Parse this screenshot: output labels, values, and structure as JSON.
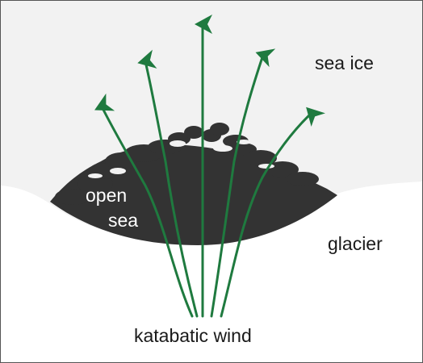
{
  "labels": {
    "sea_ice": "sea ice",
    "open": "open",
    "sea": "sea",
    "glacier": "glacier",
    "wind": "katabatic wind"
  },
  "colors": {
    "sea_ice": "#f2f2f2",
    "glacier": "#ffffff",
    "open_sea": "#333333",
    "wind_arrows": "#1f7a3f",
    "border": "#555555"
  }
}
